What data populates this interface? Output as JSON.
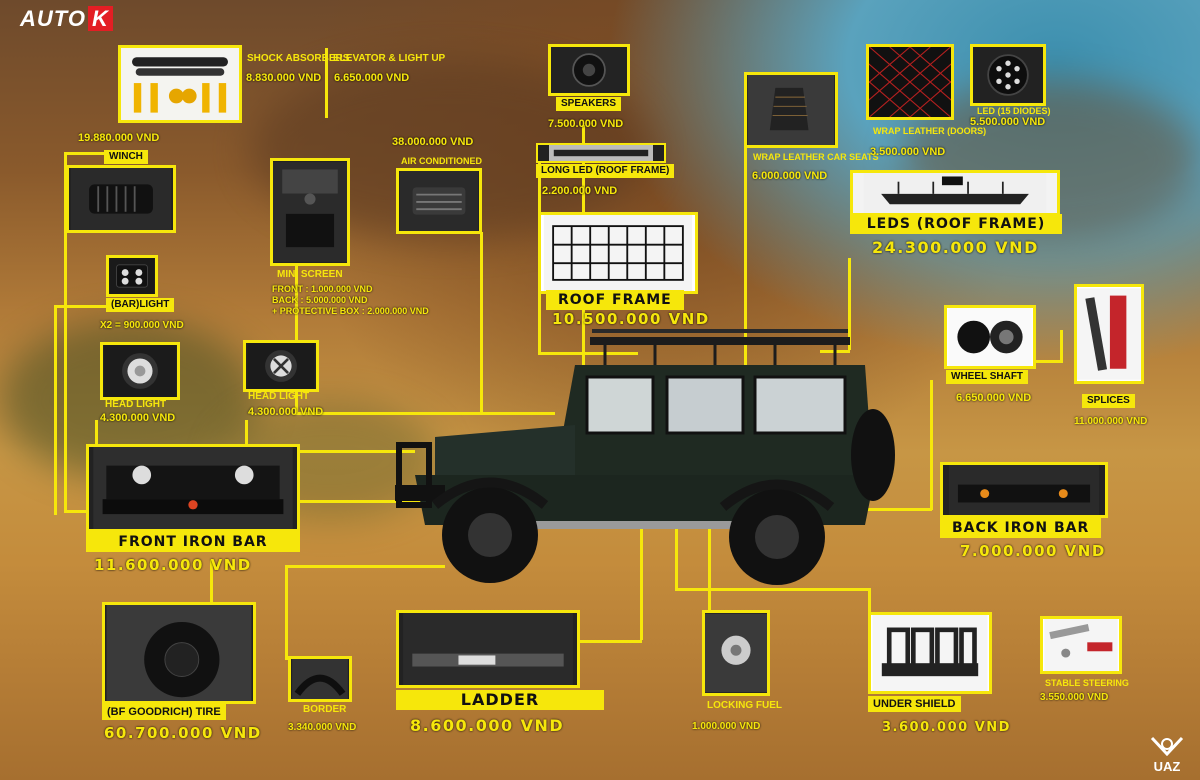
{
  "brand": {
    "logo_text": "AUTO",
    "logo_accent": "K",
    "footer_brand": "UAZ"
  },
  "colors": {
    "accent": "#f6e70b",
    "logo_red": "#e31e24",
    "body_green": "#1f2a22"
  },
  "items": {
    "shock": {
      "label": "SHOCK ABSORBERS",
      "price": "8.830.000 VND"
    },
    "elevator": {
      "label": "ELEVATOR & LIGHT UP",
      "price": "6.650.000 VND"
    },
    "speakers": {
      "label": "SPEAKERS",
      "price": "7.500.000 VND"
    },
    "seats": {
      "label": "WRAP LEATHER CAR SEATS",
      "price": "6.000.000 VND"
    },
    "doors": {
      "label": "WRAP LEATHER (DOORS)",
      "price": "3.500.000 VND"
    },
    "led15": {
      "label": "LED (15 DIODES)",
      "price": "5.500.000 VND"
    },
    "winch": {
      "label": "WINCH",
      "price": "19.880.000 VND"
    },
    "aircon": {
      "label": "AIR CONDITIONED",
      "price": "38.000.000 VND"
    },
    "longled": {
      "label": "LONG LED (ROOF FRAME)",
      "price": "2.200.000 VND"
    },
    "ledsroof": {
      "label": "LEDS (ROOF FRAME)",
      "price": "24.300.000 VND"
    },
    "miniscreen": {
      "label": "MINI SCREEN",
      "line1": "FRONT : 1.000.000 VND",
      "line2": "BACK : 5.000.000 VND",
      "line3": "+ PROTECTIVE BOX : 2.000.000 VND"
    },
    "barlight": {
      "label": "(BAR)LIGHT",
      "price": "X2 = 900.000 VND"
    },
    "roofframe": {
      "label": "ROOF FRAME",
      "price": "10.500.000 VND"
    },
    "headlight1": {
      "label": "HEAD LIGHT",
      "price": "4.300.000 VND"
    },
    "headlight2": {
      "label": "HEAD LIGHT",
      "price": "4.300.000 VND"
    },
    "wheelshaft": {
      "label": "WHEEL SHAFT",
      "price": "6.650.000 VND"
    },
    "splices": {
      "label": "SPLICES",
      "price": "11.000.000 VND"
    },
    "frontbar": {
      "label": "FRONT IRON BAR",
      "price": "11.600.000 VND"
    },
    "backbar": {
      "label": "BACK IRON BAR",
      "price": "7.000.000 VND"
    },
    "tire": {
      "label": "(BF GOODRICH) TIRE",
      "price": "60.700.000 VND"
    },
    "border": {
      "label": "BORDER",
      "price": "3.340.000 VND"
    },
    "ladder": {
      "label": "LADDER",
      "price": "8.600.000 VND"
    },
    "fuel": {
      "label": "LOCKING FUEL",
      "price": "1.000.000 VND"
    },
    "shield": {
      "label": "UNDER SHIELD",
      "price": "3.600.000 VND"
    },
    "steering": {
      "label": "STABLE STEERING",
      "price": "3.550.000 VND"
    }
  }
}
